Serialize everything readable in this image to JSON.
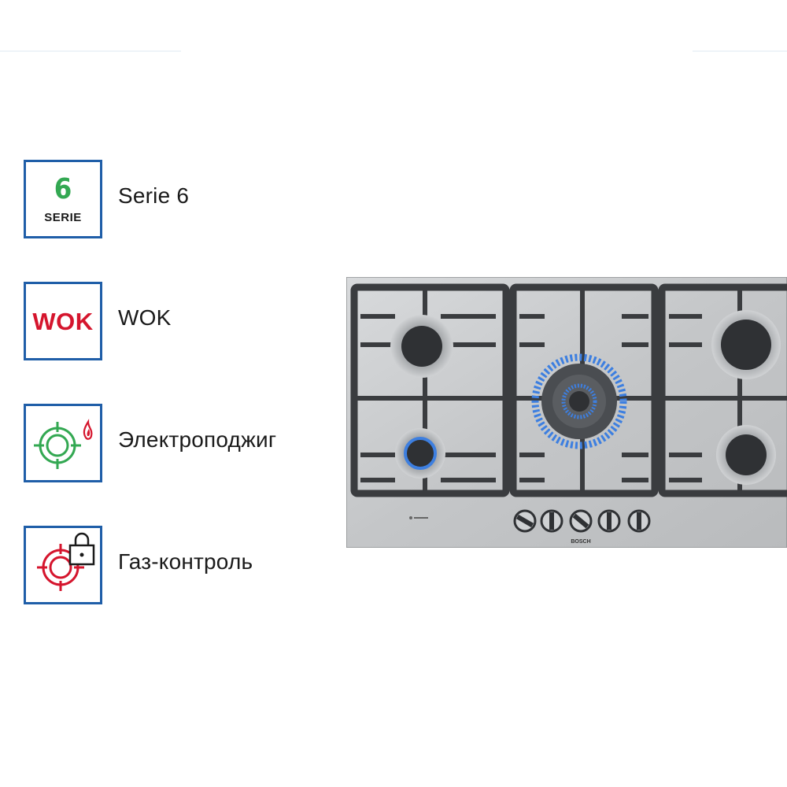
{
  "features": [
    {
      "key": "serie",
      "label": "Serie 6",
      "badge_number": "6",
      "badge_text": "SERIE"
    },
    {
      "key": "wok",
      "label": "WOK",
      "badge_text": "WOK"
    },
    {
      "key": "ignition",
      "label": "Электроподжиг",
      "icon": "ignition-icon"
    },
    {
      "key": "gas_control",
      "label": "Газ-контроль",
      "icon": "gas-control-lock-icon"
    }
  ],
  "product": {
    "brand": "BOSCH",
    "image": "gas-hob-photo"
  },
  "colors": {
    "badge_border": "#1f5ea8",
    "serie_green": "#33a852",
    "wok_red": "#d5152d",
    "ignition_green": "#33a852",
    "gas_red": "#d5152d",
    "flame_blue": "#3d7fe0",
    "steel": "#c9cbcd",
    "cast_iron": "#3a3c3f"
  }
}
